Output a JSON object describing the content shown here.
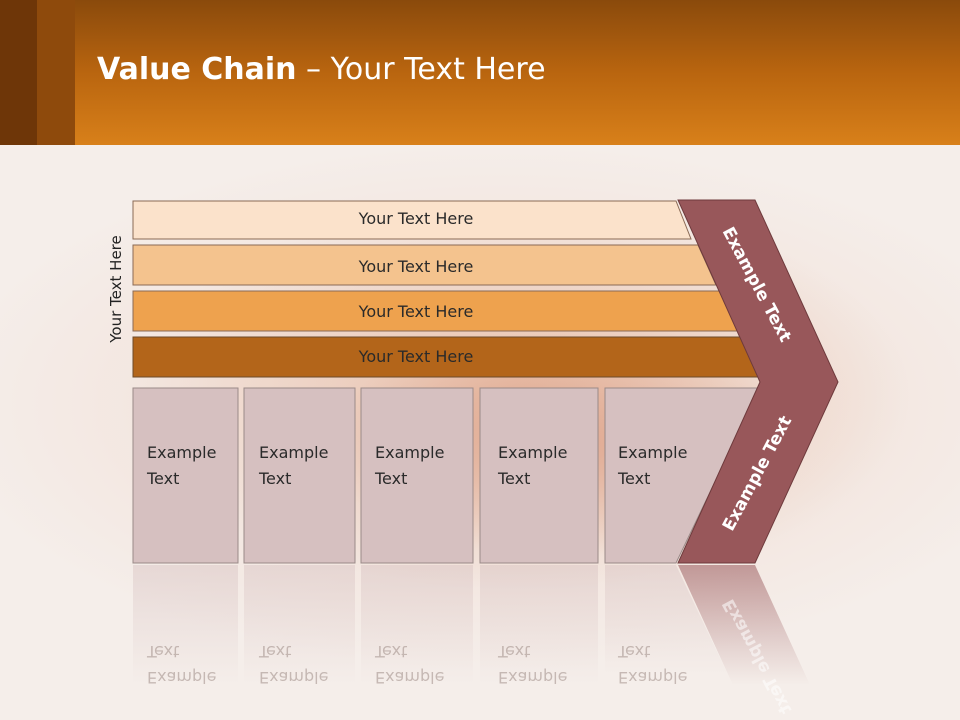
{
  "header": {
    "title_bold": "Value Chain",
    "title_rest": " – Your Text Here"
  },
  "side_label": "Your Text Here",
  "bars": [
    {
      "label": "Your Text Here",
      "color": "#fbe2cb"
    },
    {
      "label": "Your Text Here",
      "color": "#f4c38e"
    },
    {
      "label": "Your Text Here",
      "color": "#eea24e"
    },
    {
      "label": "Your Text Here",
      "color": "#b3651a"
    }
  ],
  "boxes": [
    {
      "line1": "Example",
      "line2": "Text"
    },
    {
      "line1": "Example",
      "line2": "Text"
    },
    {
      "line1": "Example",
      "line2": "Text"
    },
    {
      "line1": "Example",
      "line2": "Text"
    },
    {
      "line1": "Example",
      "line2": "Text"
    }
  ],
  "chevron": {
    "upper_label": "Example Text",
    "lower_label": "Example Text",
    "color": "#98575a"
  },
  "box_color": "#d6c0c0"
}
